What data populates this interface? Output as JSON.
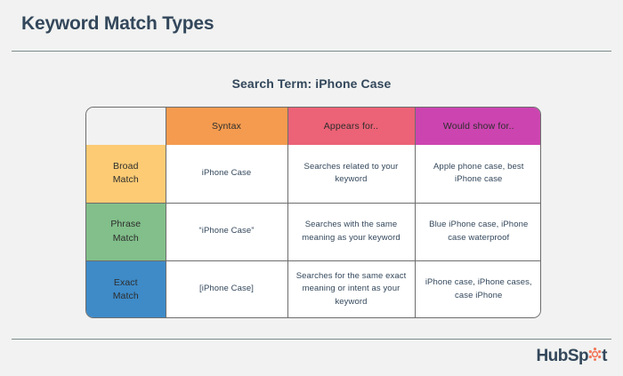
{
  "page": {
    "title": "Keyword Match Types",
    "subtitle": "Search Term: iPhone Case",
    "background_color": "#f1f2f1",
    "title_color": "#33475b",
    "divider_color": "#7f8c8d"
  },
  "table": {
    "headers": [
      {
        "label": "",
        "color": "#f1f2f1"
      },
      {
        "label": "Syntax",
        "color": "#f59b4f"
      },
      {
        "label": "Appears for..",
        "color": "#ec6276"
      },
      {
        "label": "Would show for..",
        "color": "#cc44b0"
      }
    ],
    "rows": [
      {
        "label": "Broad\nMatch",
        "label_line1": "Broad",
        "label_line2": "Match",
        "label_color": "#fccb74",
        "syntax": "iPhone Case",
        "appears_for": "Searches related to your keyword",
        "would_show_for": "Apple phone case, best iPhone case"
      },
      {
        "label": "Phrase\nMatch",
        "label_line1": "Phrase",
        "label_line2": "Match",
        "label_color": "#82bf8a",
        "syntax": "“iPhone Case”",
        "appears_for": "Searches with the same meaning as your keyword",
        "would_show_for": "Blue iPhone case, iPhone case waterproof"
      },
      {
        "label": "Exact\nMatch",
        "label_line1": "Exact",
        "label_line2": "Match",
        "label_color": "#3e8bc8",
        "syntax": "[iPhone Case]",
        "appears_for": "Searches for the same exact meaning or intent as your keyword",
        "would_show_for": "iPhone case, iPhone cases, case iPhone"
      }
    ]
  },
  "footer": {
    "logo_text_before": "HubSp",
    "logo_text_after": "t",
    "logo_name": "HubSpot",
    "logo_color": "#33475b",
    "logo_accent_color": "#f2785c"
  }
}
